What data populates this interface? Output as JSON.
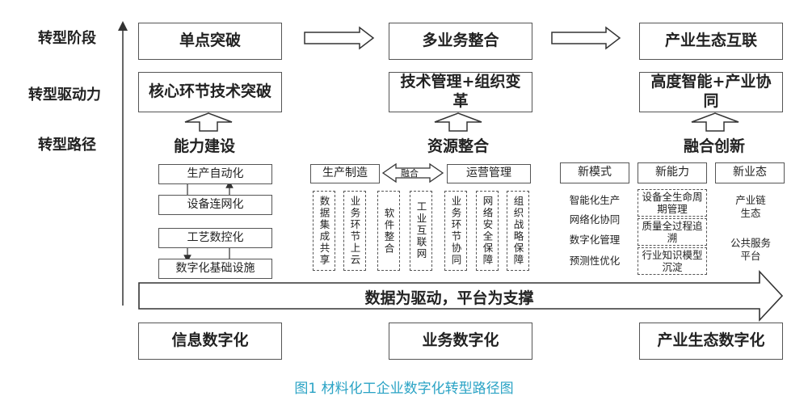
{
  "rows": {
    "stage": "转型阶段",
    "driver": "转型驱动力",
    "path": "转型路径"
  },
  "stages": [
    "单点突破",
    "多业务整合",
    "产业生态互联"
  ],
  "drivers": [
    "核心环节技术突破",
    "技术管理+组织变革",
    "高度智能+产业协同"
  ],
  "paths": [
    "能力建设",
    "资源整合",
    "融合创新"
  ],
  "capability": [
    "生产自动化",
    "设备连网化",
    "工艺数控化",
    "数字化基础设施"
  ],
  "resource": {
    "left": "生产制造",
    "right": "运营管理",
    "link": "融合",
    "columns": [
      "数据集成共享",
      "业务环节上云",
      "软件整合",
      "工业互联网",
      "业务环节协同",
      "网络安全保障",
      "组织战略保障"
    ]
  },
  "innovation": {
    "headers": [
      "新模式",
      "新能力",
      "新业态"
    ],
    "mode_items": [
      "智能化生产",
      "网络化协同",
      "数字化管理",
      "预测性优化"
    ],
    "ability_items": [
      "设备全生命周期管理",
      "质量全过程追溯",
      "行业知识模型沉淀"
    ],
    "format_items": [
      "产业链生态",
      "公共服务平台"
    ]
  },
  "driver_arrow": "数据为驱动，平台为支撑",
  "outcomes": [
    "信息数字化",
    "业务数字化",
    "产业生态数字化"
  ],
  "caption": "图1 材料化工企业数字化转型路径图"
}
